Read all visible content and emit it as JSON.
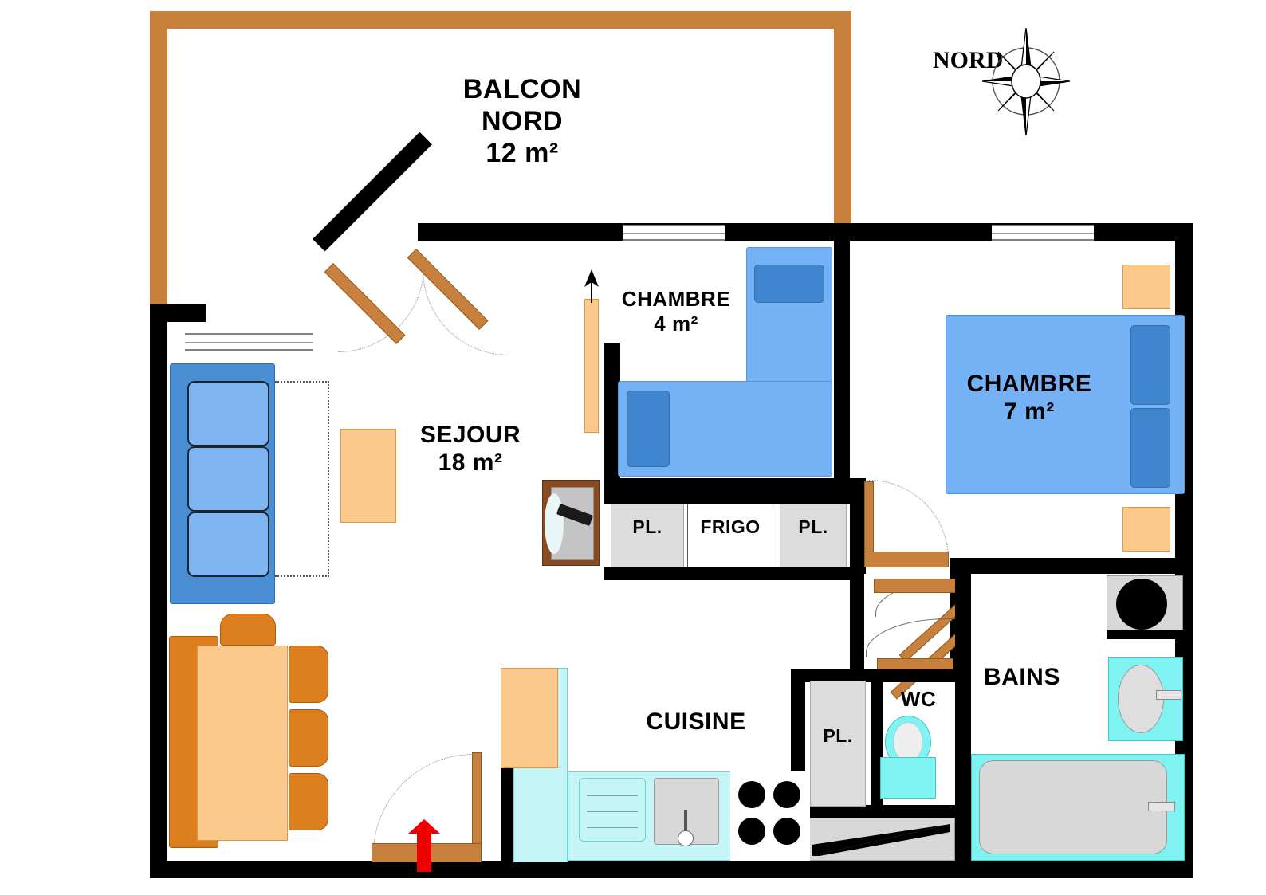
{
  "plan": {
    "title": "Apartment floor plan",
    "compass": {
      "label": "NORD",
      "icon": "compass-rose-icon"
    },
    "rooms": [
      {
        "key": "balcon",
        "name": "BALCON",
        "name2": "NORD",
        "area": "12 m²"
      },
      {
        "key": "sejour",
        "name": "SEJOUR",
        "area": "18 m²"
      },
      {
        "key": "chambre4",
        "name": "CHAMBRE",
        "area": "4 m²"
      },
      {
        "key": "chambre7",
        "name": "CHAMBRE",
        "area": "7 m²"
      },
      {
        "key": "cuisine",
        "name": "CUISINE",
        "area": ""
      },
      {
        "key": "bains",
        "name": "BAINS",
        "area": ""
      },
      {
        "key": "wc",
        "name": "WC",
        "area": ""
      }
    ],
    "storage": [
      {
        "key": "pl1",
        "label": "PL."
      },
      {
        "key": "frigo",
        "label": "FRIGO"
      },
      {
        "key": "pl2",
        "label": "PL."
      },
      {
        "key": "pl3",
        "label": "PL."
      }
    ],
    "colors": {
      "wall": "#000000",
      "balcony_rail": "#c8813c",
      "bed_blue": "#74b2f5",
      "pillow_blue": "#3f86cf",
      "sofa_blue": "#4a8fd4",
      "cushion_blue": "#7fb6f2",
      "wood_light": "#fbc98c",
      "wood_mid": "#dd7f1e",
      "wood_door": "#c8813c",
      "fixture_cyan": "#7ff2f2",
      "fixture_gray": "#d8d8d8",
      "closet_gray": "#dcdcdc",
      "entry_arrow": "#ee0000"
    },
    "markers": {
      "entry_arrow": "entrance-arrow-icon",
      "slide_arrow": "sliding-door-arrow-icon"
    },
    "furniture": [
      {
        "key": "sofa",
        "name": "sofa-3-seat"
      },
      {
        "key": "coffee",
        "name": "coffee-table"
      },
      {
        "key": "tv",
        "name": "television"
      },
      {
        "key": "dining",
        "name": "dining-table"
      },
      {
        "key": "bench",
        "name": "bench"
      },
      {
        "key": "chairs",
        "name": "chairs"
      },
      {
        "key": "bunk_beds",
        "name": "twin-beds"
      },
      {
        "key": "double_bed",
        "name": "double-bed"
      },
      {
        "key": "nightstands",
        "name": "nightstands"
      },
      {
        "key": "sink",
        "name": "kitchen-sink"
      },
      {
        "key": "cooktop",
        "name": "cooktop-4-burner"
      },
      {
        "key": "washer",
        "name": "washing-machine"
      },
      {
        "key": "basin",
        "name": "wash-basin"
      },
      {
        "key": "bathtub",
        "name": "bathtub"
      },
      {
        "key": "toilet",
        "name": "toilet"
      }
    ]
  }
}
